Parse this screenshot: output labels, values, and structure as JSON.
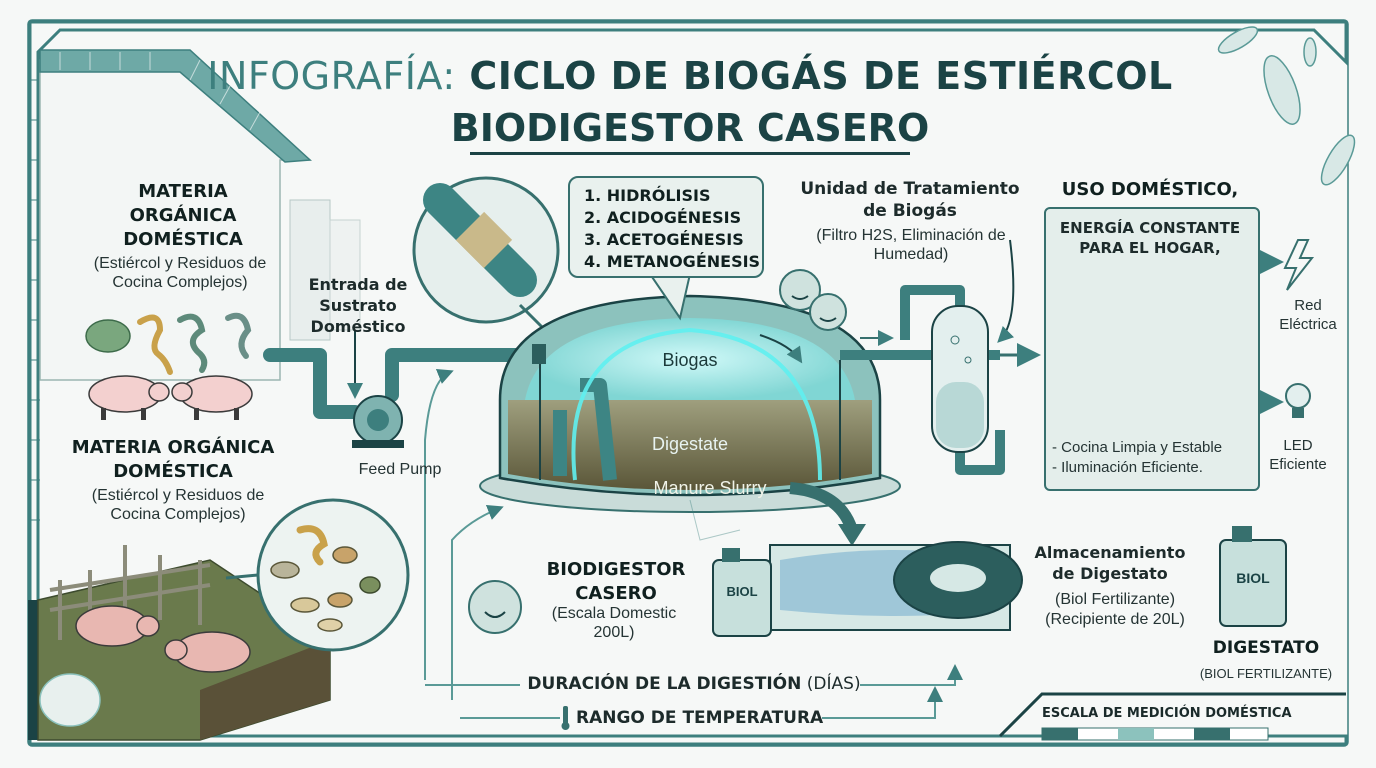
{
  "title": {
    "prefix": "INFOGRAFÍA:",
    "line1": "CICLO DE BIOGÁS DE ESTIÉRCOL",
    "line2": "BIODIGESTOR CASERO"
  },
  "left_top": {
    "heading": "MATERIA ORGÁNICA DOMÉSTICA",
    "sub": "(Estiércol y Residuos de Cocina Complejos)"
  },
  "left_bottom": {
    "heading": "MATERIA ORGÁNICA DOMÉSTICA",
    "sub": "(Estiércol y Residuos de Cocina Complejos)"
  },
  "inlet": {
    "label": "Entrada de Sustrato Doméstico",
    "pump": "Feed Pump"
  },
  "process": {
    "steps": [
      "1. HIDRÓLISIS",
      "2. ACIDOGÉNESIS",
      "3. ACETOGÉNESIS",
      "4. METANOGÉNESIS"
    ]
  },
  "digester": {
    "gas_layer": "Biogas",
    "middle_layer": "Digestate",
    "bottom_layer": "Manure Slurry",
    "name": "BIODIGESTOR CASERO",
    "scale": "(Escala Domestic 200L)"
  },
  "treatment": {
    "heading": "Unidad de Tratamiento de Biogás",
    "sub": "(Filtro H2S, Eliminación de Humedad)"
  },
  "domestic_use": {
    "heading": "USO DOMÉSTICO,",
    "box_heading": "ENERGÍA CONSTANTE PARA EL HOGAR,",
    "bullet1": "- Cocina Limpia y Estable",
    "bullet2": "- Iluminación Eficiente.",
    "grid_label": "Red Eléctrica",
    "led_label": "LED Eficiente"
  },
  "storage": {
    "heading": "Almacenamiento de Digestato",
    "sub1": "(Biol Fertilizante)",
    "sub2": "(Recipiente de 20L)",
    "jug_label": "BIOL",
    "product_heading": "DIGESTATO",
    "product_sub": "(BIOL FERTILIZANTE)"
  },
  "bottom": {
    "duration_bold": "DURACIÓN DE LA DIGESTIÓN",
    "duration_unit": "(DÍAS)",
    "temperature": "RANGO DE TEMPERATURA",
    "scale_label": "ESCALA DE MEDICIÓN DOMÉSTICA"
  },
  "colors": {
    "teal_dark": "#1b4345",
    "teal": "#3d7f7e",
    "teal_light": "#8cc2bd",
    "glow": "#5ff0f0",
    "slurry": "#5e5a3e",
    "flame": "#3a7df0"
  }
}
